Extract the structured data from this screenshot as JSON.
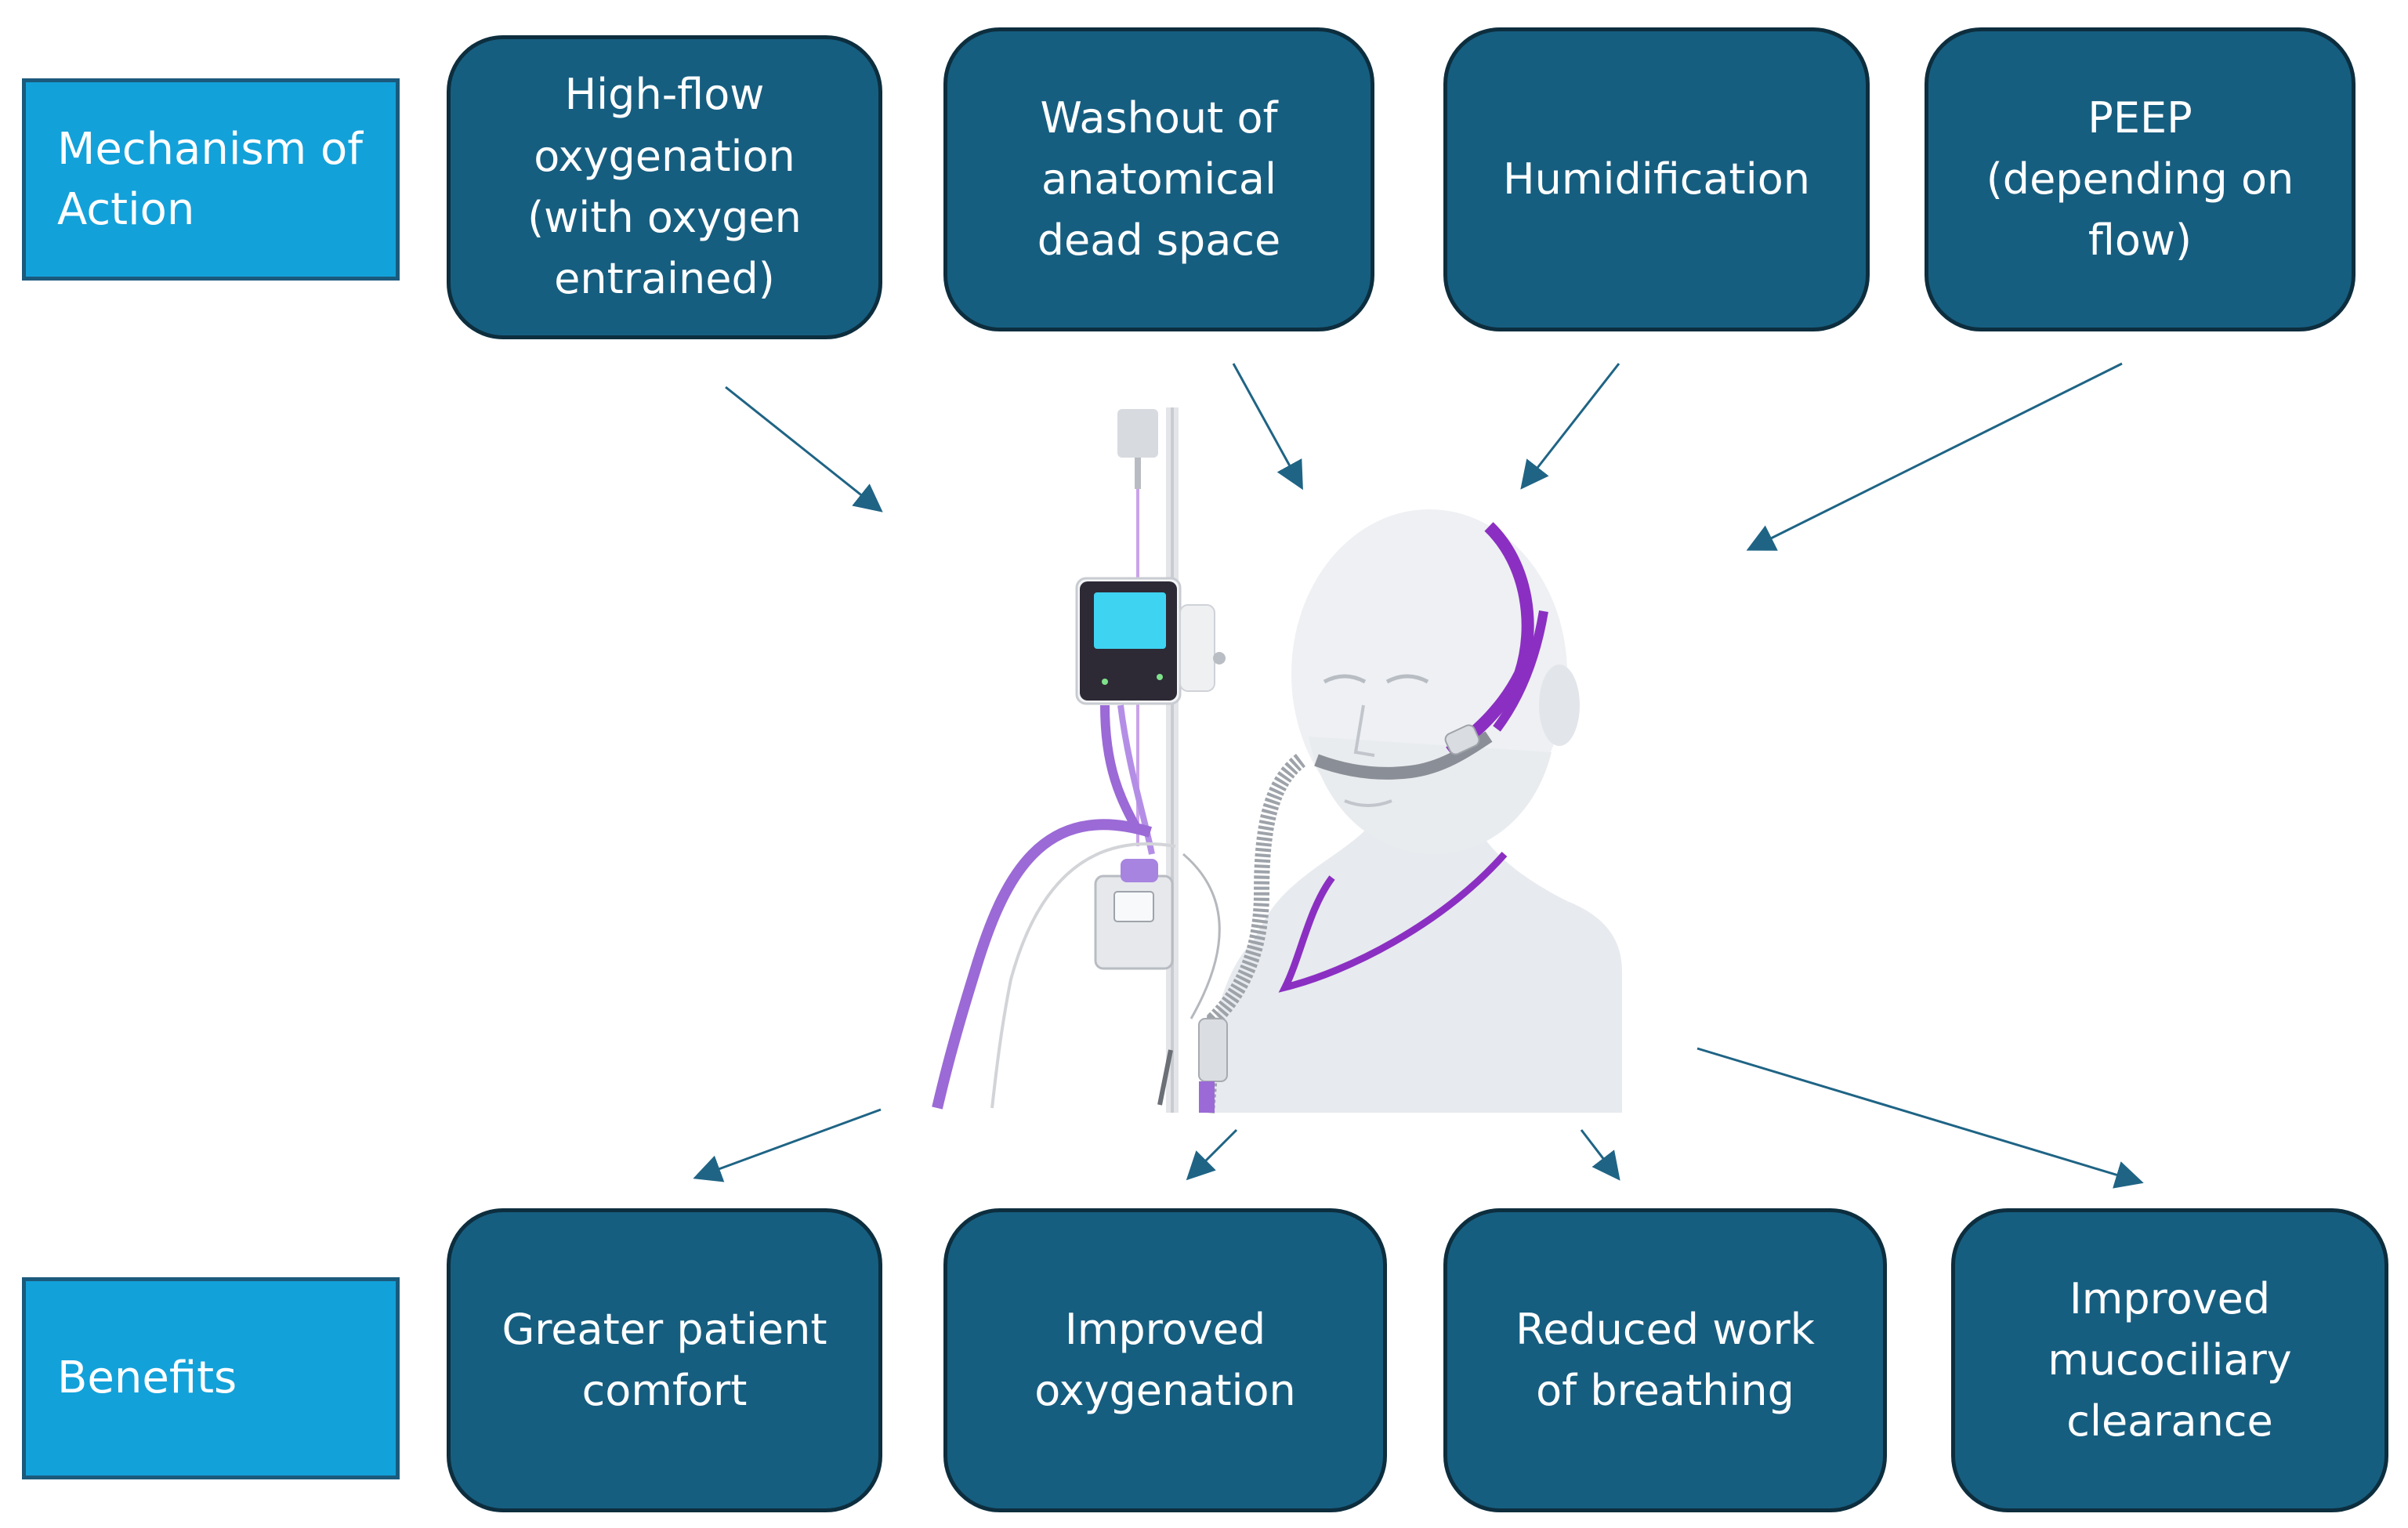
{
  "labels": {
    "mechanism": "Mechanism of\nAction",
    "benefits": "Benefits"
  },
  "mechanisms": [
    "High-flow\noxygenation\n(with oxygen\nentrained)",
    "Washout of\nanatomical\ndead space",
    "Humidification",
    "PEEP\n(depending on\nflow)"
  ],
  "benefits": [
    "Greater patient\ncomfort",
    "Improved\noxygenation",
    "Reduced work\nof breathing",
    "Improved\nmucociliary\nclearance"
  ],
  "colors": {
    "label_fill": "#13a1da",
    "node_fill": "#165e80",
    "node_border": "#0d2e3e",
    "arrow": "#1f6485",
    "tubing": "#9b6ad6",
    "strap": "#8b2fc2"
  }
}
